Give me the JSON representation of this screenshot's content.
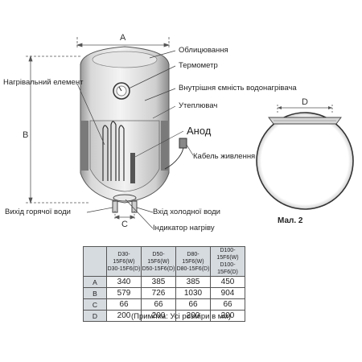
{
  "dimensions": {
    "a": "A",
    "b": "B",
    "c": "C",
    "d": "D"
  },
  "labels": {
    "cladding": "Облицювання",
    "thermometer": "Термометр",
    "heating_element": "Нагрівальний елемент",
    "inner_tank": "Внутрішня ємність водонагрівача",
    "insulation": "Утеплювач",
    "anode": "Анод",
    "power_cable": "Кабель живлення",
    "hot_water_outlet": "Вихід горячої води",
    "cold_water_inlet": "Вхід холодної води",
    "heating_indicator": "Індикатор нагріву"
  },
  "figure_caption": "Мал. 2",
  "table": {
    "columns": [
      [
        "D30-15F6(W)",
        "D30-15F6(D)"
      ],
      [
        "D50-15F6(W)",
        "D50-15F6(D)"
      ],
      [
        "D80-15F6(W)",
        "D80-15F6(D)"
      ],
      [
        "D100-15F6(W)",
        "D100-15F6(D)"
      ]
    ],
    "rows": [
      {
        "name": "A",
        "values": [
          "340",
          "385",
          "385",
          "450"
        ]
      },
      {
        "name": "B",
        "values": [
          "579",
          "726",
          "1030",
          "904"
        ]
      },
      {
        "name": "C",
        "values": [
          "66",
          "66",
          "66",
          "66"
        ]
      },
      {
        "name": "D",
        "values": [
          "200",
          "200",
          "200",
          "200"
        ]
      }
    ]
  },
  "note": "(Примітка: Усі розміри в мм)",
  "colors": {
    "outline": "#333333",
    "table_header": "#d6dbe0",
    "dim_line": "#555555"
  }
}
